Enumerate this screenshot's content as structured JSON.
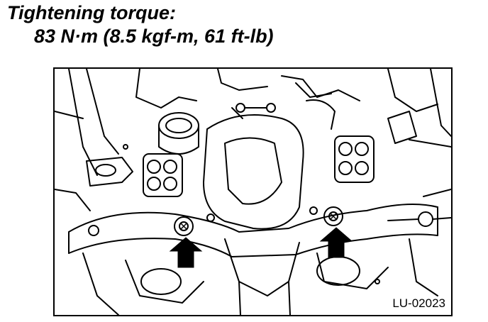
{
  "heading": {
    "label": "Tightening torque:",
    "value": "83 N·m (8.5 kgf-m, 61 ft-lb)"
  },
  "figure": {
    "code": "LU-02023",
    "icons": [
      "engine-drawing",
      "arrow-up-icon",
      "bolt-icon"
    ],
    "arrow_count": 2
  }
}
